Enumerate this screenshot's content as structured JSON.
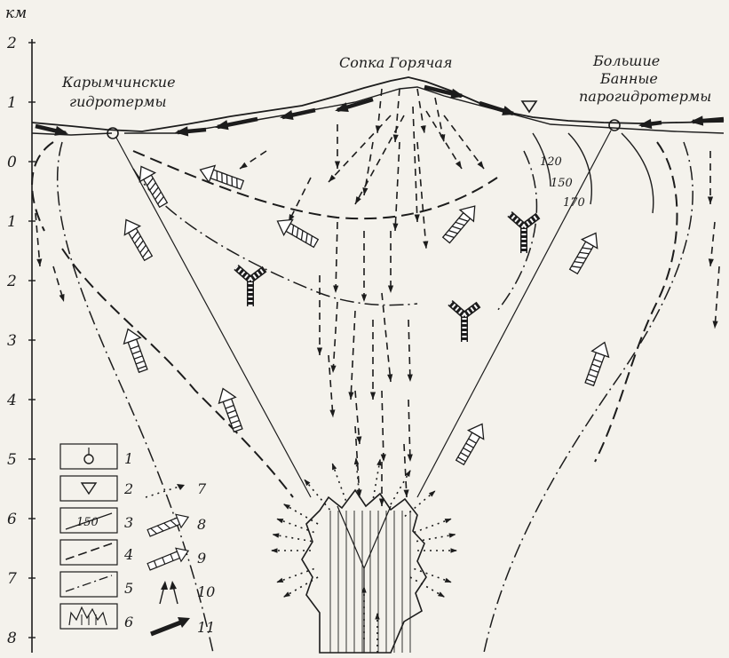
{
  "axis": {
    "unit": "км",
    "ticks": [
      "2",
      "1",
      "0",
      "1",
      "2",
      "3",
      "4",
      "5",
      "6",
      "7",
      "8"
    ]
  },
  "sites": {
    "left": [
      "Карымчинские",
      "гидротермы"
    ],
    "center": "Сопка Горячая",
    "right": [
      "Большие",
      "Банные",
      "парогидротермы"
    ]
  },
  "isotherms": [
    "120",
    "150",
    "170"
  ],
  "legend": {
    "items": [
      "1",
      "2",
      "3",
      "4",
      "5",
      "6",
      "7",
      "8",
      "9",
      "10",
      "11"
    ],
    "sample_150": "150"
  }
}
